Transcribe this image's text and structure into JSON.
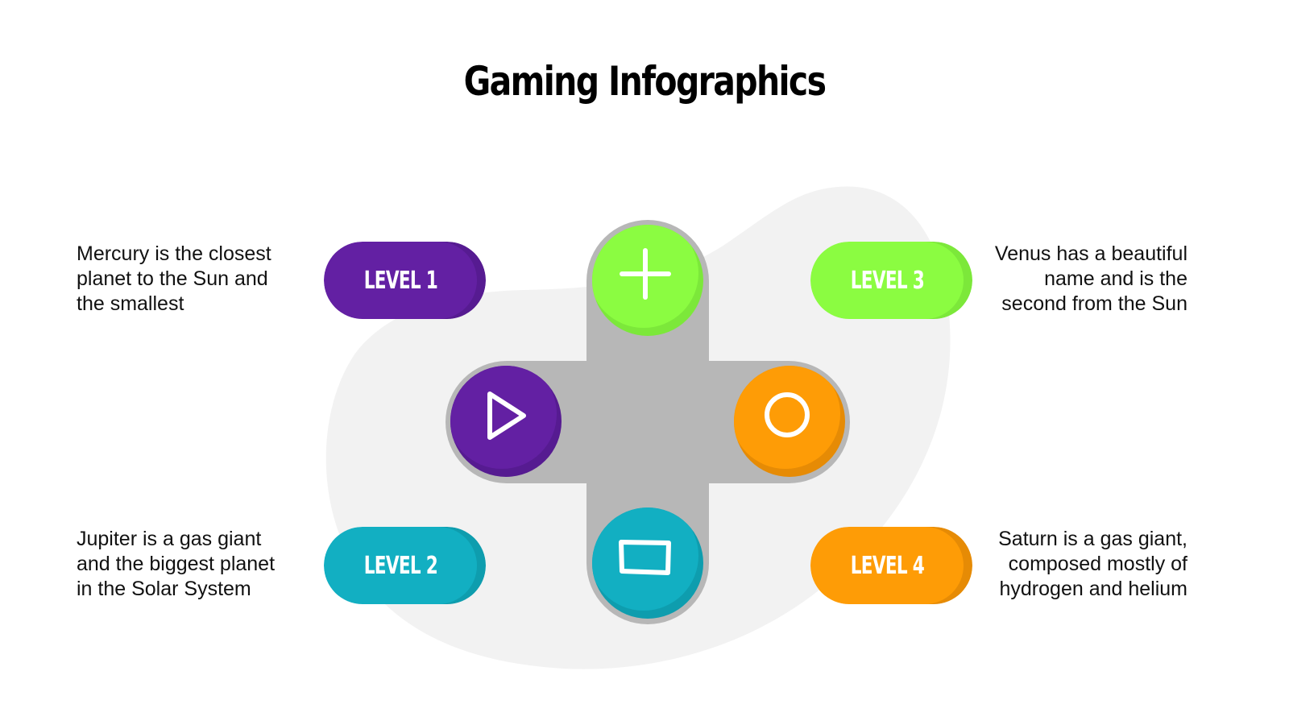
{
  "title": "Gaming Infographics",
  "colors": {
    "purple": "#6320a3",
    "purple_shade": "#561b91",
    "green": "#8bfc41",
    "green_shade": "#7ce83a",
    "teal": "#12afc2",
    "teal_shade": "#0e9dae",
    "orange": "#fe9c06",
    "orange_shade": "#e68b05",
    "dpad": "#b7b7b7",
    "blob": "#f2f2f2"
  },
  "levels": [
    {
      "label": "LEVEL 1",
      "color": "purple",
      "description": "Mercury is the closest planet to the Sun and the smallest",
      "lines": [
        "Mercury is the closest",
        "planet to the Sun and",
        "the smallest"
      ]
    },
    {
      "label": "LEVEL 2",
      "color": "teal",
      "description": "Jupiter is a gas giant and the biggest planet in the Solar System",
      "lines": [
        "Jupiter is a gas giant",
        "and the biggest planet",
        "in the Solar System"
      ]
    },
    {
      "label": "LEVEL 3",
      "color": "green",
      "description": "Venus has a beautiful name and is the second from the Sun",
      "lines": [
        "Venus has a beautiful",
        "name and is the",
        "second from the Sun"
      ]
    },
    {
      "label": "LEVEL 4",
      "color": "orange",
      "description": "Saturn is a gas giant, composed mostly of hydrogen and helium",
      "lines": [
        "Saturn is a gas giant,",
        "composed mostly of",
        "hydrogen and helium"
      ]
    }
  ],
  "dpad_buttons": [
    {
      "position": "top",
      "icon": "plus-icon",
      "color": "green"
    },
    {
      "position": "left",
      "icon": "play-triangle-icon",
      "color": "purple"
    },
    {
      "position": "right",
      "icon": "circle-icon",
      "color": "orange"
    },
    {
      "position": "bottom",
      "icon": "rectangle-icon",
      "color": "teal"
    }
  ]
}
